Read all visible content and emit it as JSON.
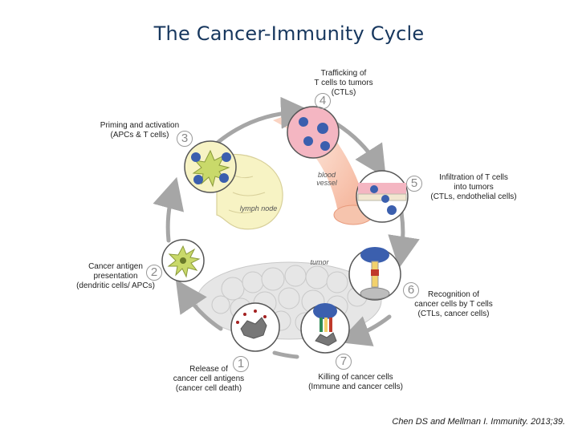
{
  "title": "The Cancer-Immunity Cycle",
  "steps": [
    {
      "num": "1",
      "lines": [
        "Release of",
        "cancer cell antigens",
        "(cancer cell death)"
      ]
    },
    {
      "num": "2",
      "lines": [
        "Cancer antigen",
        "presentation",
        "(dendritic cells/ APCs)"
      ]
    },
    {
      "num": "3",
      "lines": [
        "Priming and activation",
        "(APCs & T cells)"
      ]
    },
    {
      "num": "4",
      "lines": [
        "Trafficking of",
        "T cells to tumors",
        "(CTLs)"
      ]
    },
    {
      "num": "5",
      "lines": [
        "Infiltration of T cells",
        "into tumors",
        "(CTLs, endothelial cells)"
      ]
    },
    {
      "num": "6",
      "lines": [
        "Recognition of",
        "cancer cells by T cells",
        "(CTLs, cancer cells)"
      ]
    },
    {
      "num": "7",
      "lines": [
        "Killing of cancer cells",
        "(Immune and cancer cells)"
      ]
    }
  ],
  "tissue_labels": {
    "blood_vessel": [
      "blood",
      "vessel"
    ],
    "lymph_node": "lymph node",
    "tumor": "tumor"
  },
  "citation": "Chen DS and Mellman I. Immunity. 2013;39.",
  "colors": {
    "title": "#17375e",
    "arrow": "#a6a6a6",
    "lymph": "#f7f3c4",
    "vessel": "#f6b99f",
    "cell_blue": "#3b5fae",
    "tumor_gray": "#d9d9d9",
    "apc_green": "#c9d96a"
  }
}
